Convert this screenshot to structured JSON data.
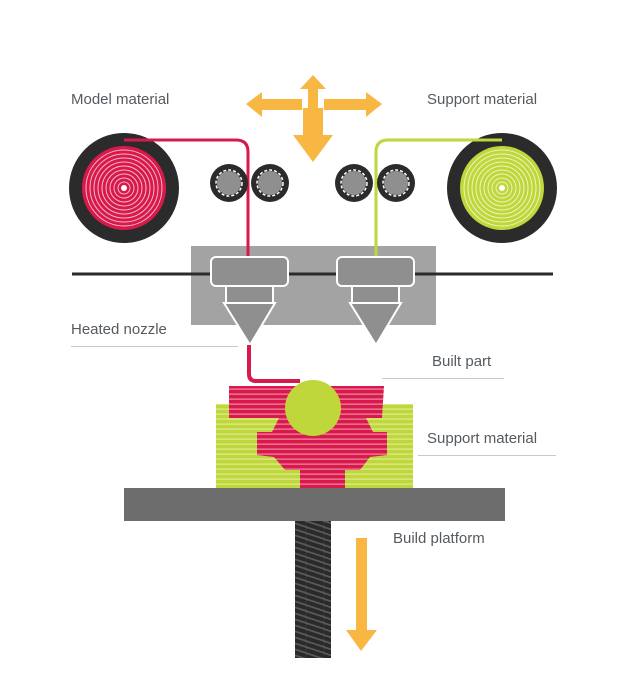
{
  "labels": {
    "model_material": "Model material",
    "support_material_top": "Support material",
    "heated_nozzle": "Heated nozzle",
    "built_part": "Built part",
    "support_material_side": "Support material",
    "build_platform": "Build platform"
  },
  "colors": {
    "model": "#d8194c",
    "support": "#bfd73a",
    "arrow": "#f8b743",
    "dark": "#2b2b2b",
    "grey_block": "#a3a3a3",
    "platform": "#6d6d6d",
    "nozzle": "#8f8f8f",
    "label_text": "#555a5f"
  },
  "icons": {
    "motion_arrows": "xyz-motion-arrows-icon",
    "platform_arrow": "down-arrow-icon"
  }
}
